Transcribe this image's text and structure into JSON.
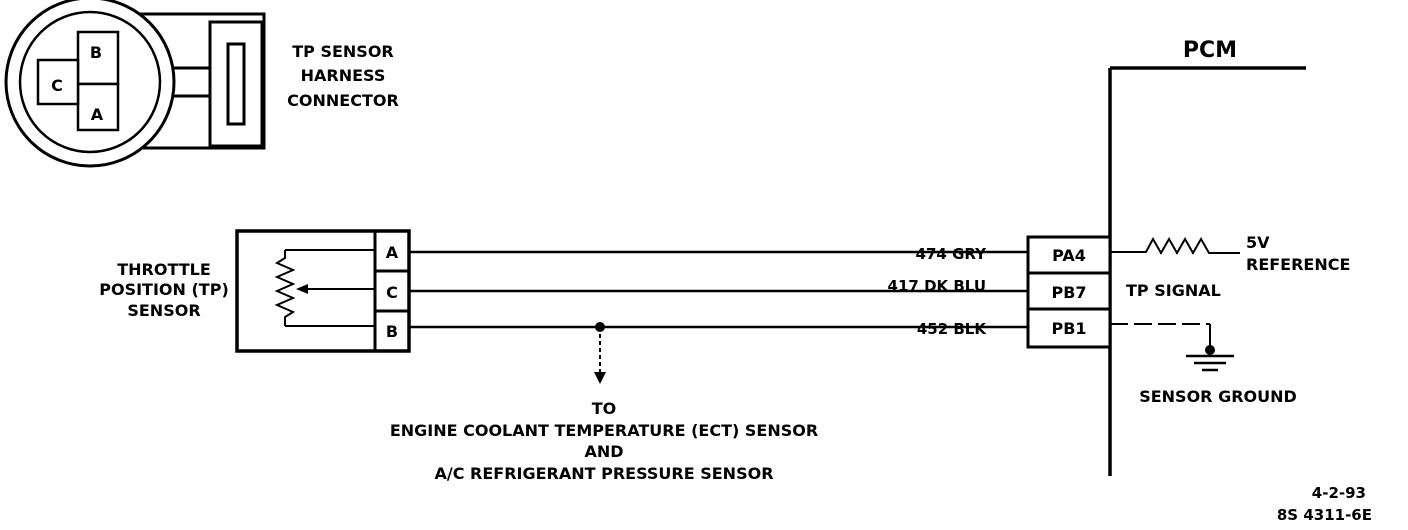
{
  "connector": {
    "title_lines": [
      "TP SENSOR",
      "HARNESS",
      "CONNECTOR"
    ],
    "pins": [
      "B",
      "C",
      "A"
    ]
  },
  "sensor": {
    "label_lines": [
      "THROTTLE",
      "POSITION (TP)",
      "SENSOR"
    ],
    "pins": [
      "A",
      "C",
      "B"
    ]
  },
  "wires": [
    {
      "label": "474 GRY",
      "pcm_pin": "PA4"
    },
    {
      "label": "417 DK BLU",
      "pcm_pin": "PB7"
    },
    {
      "label": "452 BLK",
      "pcm_pin": "PB1"
    }
  ],
  "pcm": {
    "title": "PCM",
    "reference_lines": [
      "5V",
      "REFERENCE"
    ],
    "tp_signal": "TP SIGNAL",
    "sensor_ground": "SENSOR GROUND"
  },
  "destination": {
    "lines": [
      "TO",
      "ENGINE COOLANT TEMPERATURE (ECT) SENSOR",
      "AND",
      "A/C REFRIGERANT PRESSURE SENSOR"
    ]
  },
  "footer": {
    "date": "4-2-93",
    "code": "8S 4311-6E"
  }
}
